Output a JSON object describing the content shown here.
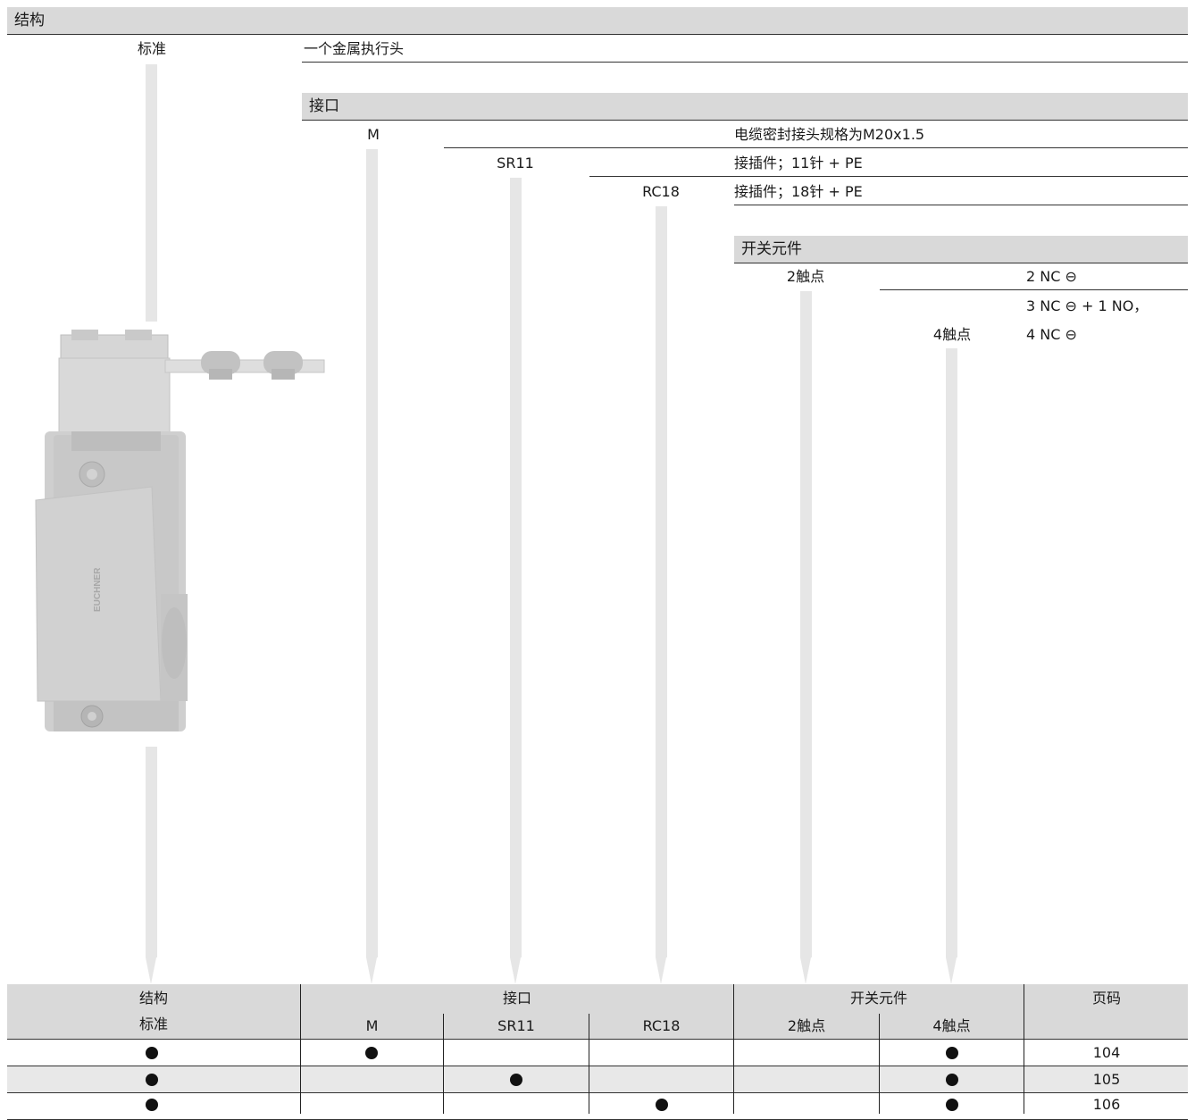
{
  "structure": {
    "header": "结构",
    "standard_label": "标准",
    "standard_value": "一个金属执行头"
  },
  "connection": {
    "header": "接口",
    "options": [
      {
        "code": "M",
        "description": "电缆密封接头规格为M20x1.5"
      },
      {
        "code": "SR11",
        "description": "接插件；11针 + PE"
      },
      {
        "code": "RC18",
        "description": "接插件；18针 + PE"
      }
    ]
  },
  "switching_element": {
    "header": "开关元件",
    "options": [
      {
        "code": "2触点",
        "descriptions": [
          "2 NC ⊖"
        ]
      },
      {
        "code": "4触点",
        "descriptions": [
          "3 NC ⊖ + 1 NO，",
          "4 NC ⊖"
        ]
      }
    ]
  },
  "product_image": {
    "brand_text": "EUCHNER",
    "icon": "safety-switch-photo"
  },
  "table": {
    "groups": [
      "结构",
      "接口",
      "开关元件",
      "页码"
    ],
    "columns": [
      "标准",
      "M",
      "SR11",
      "RC18",
      "2触点",
      "4触点"
    ],
    "rows": [
      {
        "standard": true,
        "M": true,
        "SR11": false,
        "RC18": false,
        "c2": false,
        "c4": true,
        "page": "104"
      },
      {
        "standard": true,
        "M": false,
        "SR11": true,
        "RC18": false,
        "c2": false,
        "c4": true,
        "page": "105"
      },
      {
        "standard": true,
        "M": false,
        "SR11": false,
        "RC18": true,
        "c2": false,
        "c4": true,
        "page": "106"
      }
    ]
  },
  "colors": {
    "header_bg": "#d9d9d9",
    "bar": "#e6e6e6",
    "row_shade": "#e8e8e8"
  }
}
